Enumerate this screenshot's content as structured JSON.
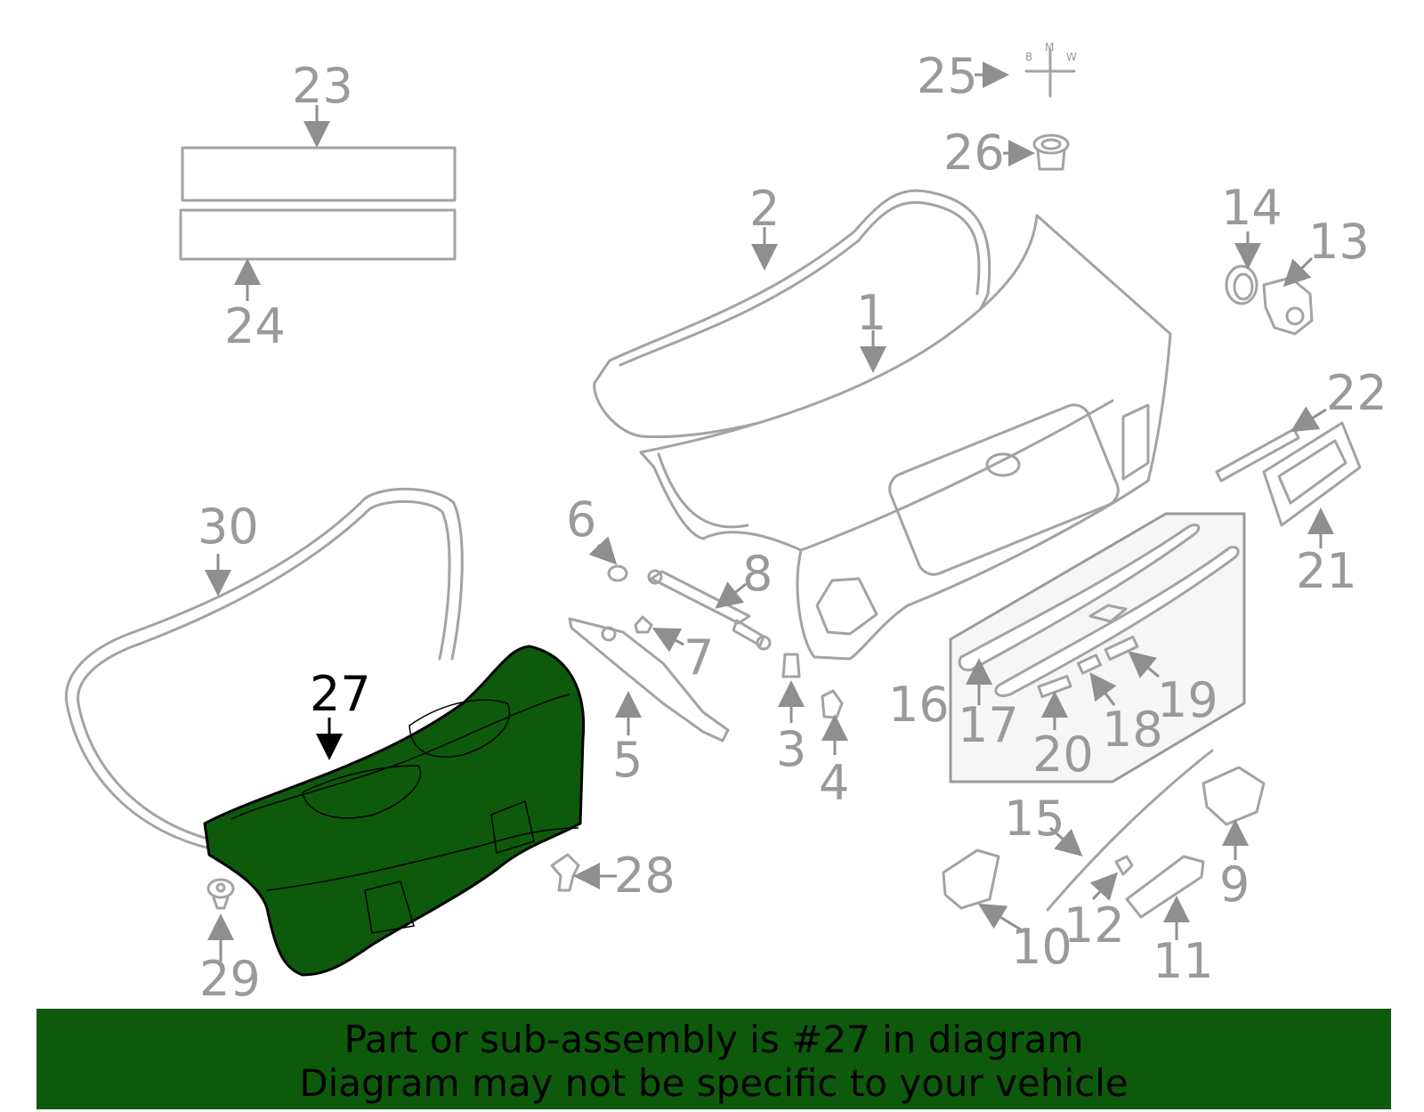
{
  "callouts": [
    "1",
    "2",
    "3",
    "4",
    "5",
    "6",
    "7",
    "8",
    "9",
    "10",
    "11",
    "12",
    "13",
    "14",
    "15",
    "16",
    "17",
    "18",
    "19",
    "20",
    "21",
    "22",
    "23",
    "24",
    "25",
    "26",
    "27",
    "28",
    "29",
    "30"
  ],
  "highlight": {
    "part": "27",
    "color": "#0e5a0c"
  },
  "logo": {
    "letters": [
      "B",
      "M",
      "W"
    ]
  },
  "banner": {
    "line1": "Part or sub-assembly is #27 in diagram",
    "line2": "Diagram may not be specific to your vehicle"
  }
}
